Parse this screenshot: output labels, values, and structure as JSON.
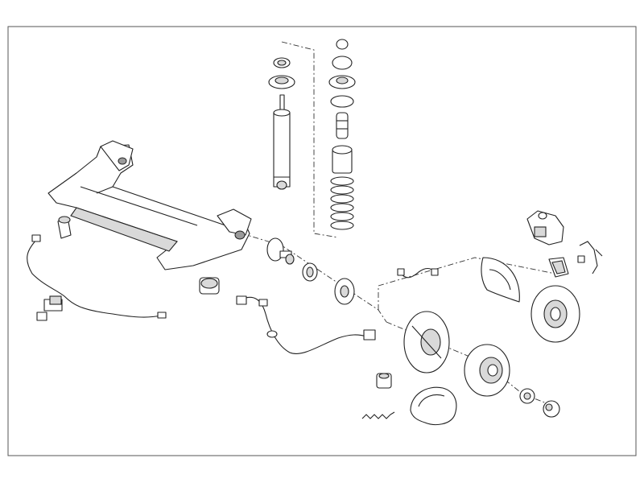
{
  "diagram": {
    "parts": [
      {
        "id": "rear-axle-beam",
        "icon": "axle-beam-icon"
      },
      {
        "id": "axle-bushing-left",
        "icon": "bushing-icon"
      },
      {
        "id": "axle-bushing-right",
        "icon": "bushing-icon"
      },
      {
        "id": "abs-sensor-left",
        "icon": "sensor-cable-icon"
      },
      {
        "id": "abs-sensor-right",
        "icon": "sensor-cable-icon"
      },
      {
        "id": "shock-absorber",
        "icon": "shock-absorber-icon"
      },
      {
        "id": "strut-mount-stack",
        "icon": "strut-mount-icon"
      },
      {
        "id": "coil-spring",
        "icon": "coil-spring-icon"
      },
      {
        "id": "wheel-hub-stub",
        "icon": "hub-icon"
      },
      {
        "id": "wheel-bearing",
        "icon": "bearing-icon"
      },
      {
        "id": "wheel-flange",
        "icon": "flange-icon"
      },
      {
        "id": "brake-hose",
        "icon": "brake-hose-icon"
      },
      {
        "id": "brake-caliper",
        "icon": "caliper-icon"
      },
      {
        "id": "brake-pads",
        "icon": "brake-pad-icon"
      },
      {
        "id": "caliper-bracket",
        "icon": "bracket-icon"
      },
      {
        "id": "disc-backing-plate",
        "icon": "backing-plate-icon"
      },
      {
        "id": "brake-disc",
        "icon": "brake-disc-icon"
      },
      {
        "id": "drum-backing-plate",
        "icon": "backing-plate-icon"
      },
      {
        "id": "brake-drum",
        "icon": "brake-drum-icon"
      },
      {
        "id": "wheel-cylinder",
        "icon": "wheel-cylinder-icon"
      },
      {
        "id": "return-spring",
        "icon": "spring-icon"
      },
      {
        "id": "brake-shoes",
        "icon": "brake-shoe-icon"
      },
      {
        "id": "axle-nut",
        "icon": "nut-icon"
      },
      {
        "id": "dust-cap",
        "icon": "dust-cap-icon"
      }
    ]
  }
}
